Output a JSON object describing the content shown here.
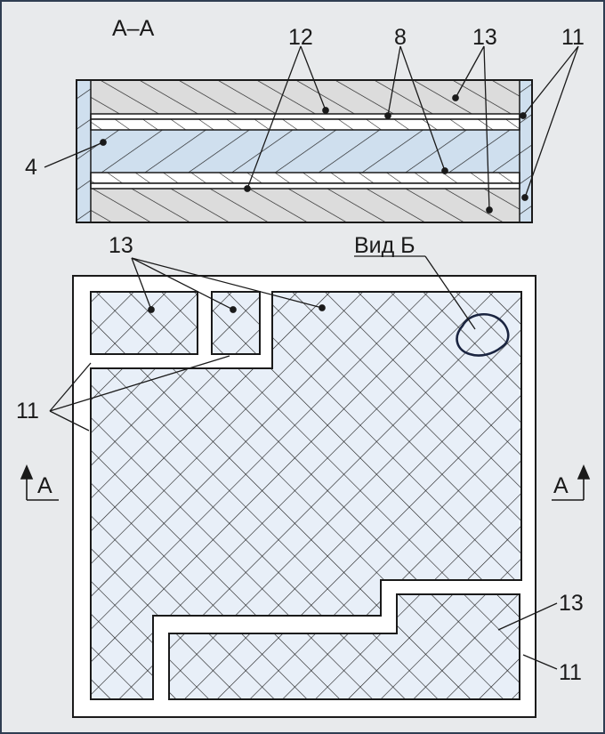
{
  "section_label": "A–A",
  "view_label": "Вид Б",
  "cut_marker_left": "A",
  "cut_marker_right": "A",
  "callouts": {
    "n12": "12",
    "n8": "8",
    "n13_top": "13",
    "n11_top": "11",
    "n4": "4",
    "n13_plan": "13",
    "n11_plan": "11",
    "n13_right": "13",
    "n11_right": "11"
  },
  "colors": {
    "frame_border": "#2f3d52",
    "background": "#e8eaec",
    "light_fill": "#e8eff8",
    "mid_fill": "#cfdfee",
    "grey_fill": "#dcdcdc",
    "ink": "#1a1a1a",
    "view_circle": "#1a2440"
  }
}
